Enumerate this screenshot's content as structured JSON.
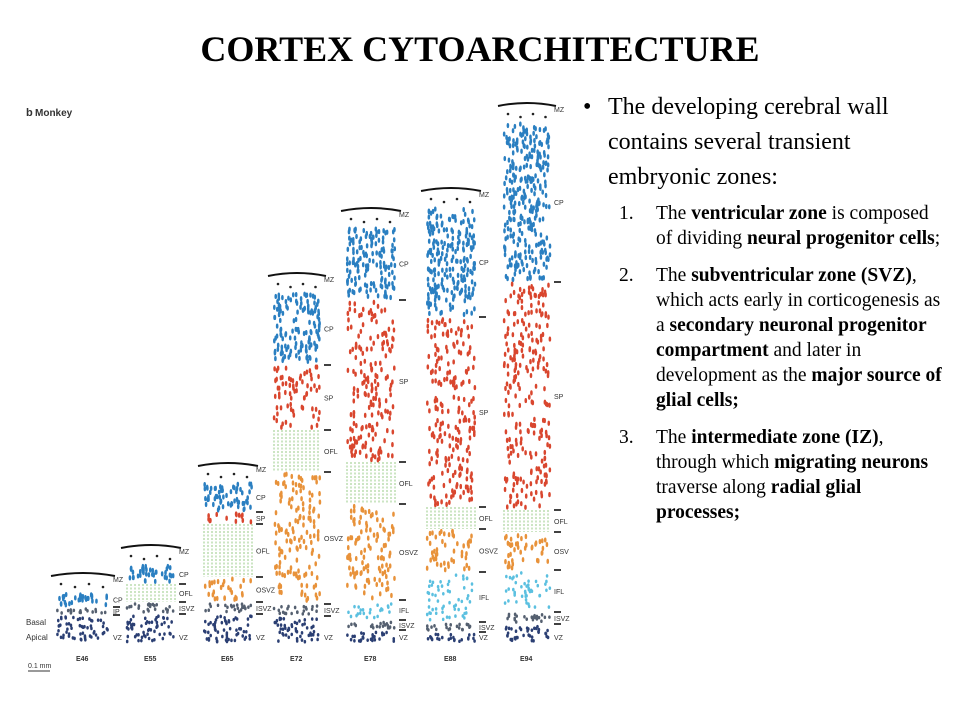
{
  "title": "CORTEX CYTOARCHITECTURE",
  "figure": {
    "panel_label": "b",
    "species": "Monkey",
    "side_labels": [
      "Basal",
      "Apical"
    ],
    "scale_label": "0.1 mm",
    "colors": {
      "cp": "#2a7fc1",
      "sp": "#d9462e",
      "ofl": "#7fbf6a",
      "osvz": "#e8923a",
      "ifl": "#5bc0e0",
      "vz": "#2b3f73",
      "isvz": "#556070"
    },
    "columns": [
      {
        "stage": "E46",
        "zones": [
          "MZ",
          "CP",
          "IP",
          "VZ"
        ]
      },
      {
        "stage": "E55",
        "zones": [
          "MZ",
          "CP",
          "OFL",
          "ISVZ",
          "VZ"
        ]
      },
      {
        "stage": "E65",
        "zones": [
          "MZ",
          "CP",
          "SP",
          "OFL",
          "OSVZ",
          "ISVZ",
          "VZ"
        ]
      },
      {
        "stage": "E72",
        "zones": [
          "MZ",
          "CP",
          "SP",
          "OFL",
          "OSVZ",
          "ISVZ",
          "VZ"
        ]
      },
      {
        "stage": "E78",
        "zones": [
          "MZ",
          "CP",
          "SP",
          "OFL",
          "OSVZ",
          "IFL",
          "ISVZ",
          "VZ"
        ]
      },
      {
        "stage": "E88",
        "zones": [
          "MZ",
          "CP",
          "SP",
          "OFL",
          "OSVZ",
          "IFL",
          "ISVZ",
          "VZ"
        ]
      },
      {
        "stage": "E94",
        "zones": [
          "MZ",
          "CP",
          "SP",
          "OFL",
          "OSV",
          "IFL",
          "ISVZ",
          "VZ"
        ]
      }
    ]
  },
  "bullet": {
    "intro": "The developing cerebral wall contains several transient embryonic zones:",
    "items": [
      {
        "num": "1.",
        "parts": [
          {
            "t": "The ",
            "b": false
          },
          {
            "t": "ventricular zone",
            "b": true
          },
          {
            "t": " is composed of dividing ",
            "b": false
          },
          {
            "t": "neural progenitor cells",
            "b": true
          },
          {
            "t": ";",
            "b": false
          }
        ]
      },
      {
        "num": "2.",
        "parts": [
          {
            "t": "The ",
            "b": false
          },
          {
            "t": "subventricular zone (SVZ)",
            "b": true
          },
          {
            "t": ", which acts early in corticogenesis as a ",
            "b": false
          },
          {
            "t": "secondary neuronal progenitor compartment",
            "b": true
          },
          {
            "t": " and later in development as the ",
            "b": false
          },
          {
            "t": "major source of glial cells;",
            "b": true
          }
        ]
      },
      {
        "num": "3.",
        "parts": [
          {
            "t": "The ",
            "b": false
          },
          {
            "t": "intermediate zone (IZ)",
            "b": true
          },
          {
            "t": ", through which ",
            "b": false
          },
          {
            "t": "migrating neurons",
            "b": true
          },
          {
            "t": " traverse along ",
            "b": false
          },
          {
            "t": "radial glial processes;",
            "b": true
          }
        ]
      }
    ]
  }
}
